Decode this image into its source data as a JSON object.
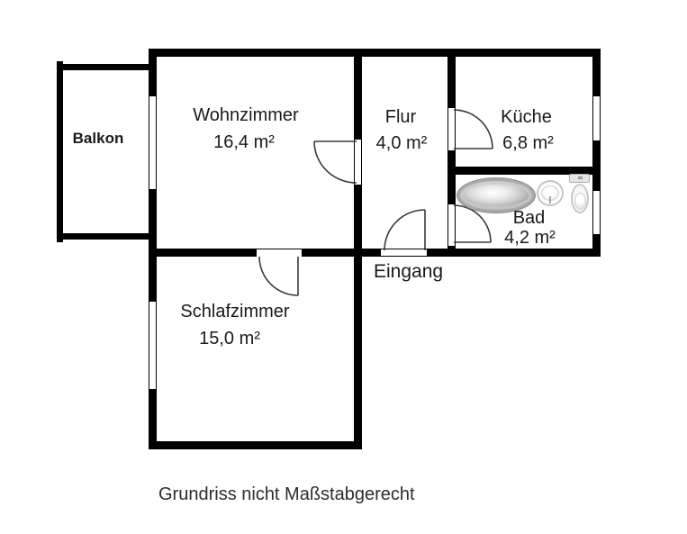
{
  "rooms": {
    "balkon": {
      "name": "Balkon",
      "area": ""
    },
    "wohnzimmer": {
      "name": "Wohnzimmer",
      "area": "16,4 m²"
    },
    "flur": {
      "name": "Flur",
      "area": "4,0 m²"
    },
    "kueche": {
      "name": "Küche",
      "area": "6,8 m²"
    },
    "bad": {
      "name": "Bad",
      "area": "4,2 m²"
    },
    "schlafzimmer": {
      "name": "Schlafzimmer",
      "area": "15,0 m²"
    }
  },
  "labels": {
    "entrance": "Eingang",
    "caption": "Grundriss nicht Maßstabgerecht"
  },
  "fixtures": [
    {
      "name": "bathtub"
    },
    {
      "name": "sink"
    },
    {
      "name": "toilet"
    }
  ],
  "colors": {
    "wall": "#000000",
    "background": "#ffffff",
    "door_line": "#3a3a3a",
    "fixture_border": "#c4c4c4"
  }
}
